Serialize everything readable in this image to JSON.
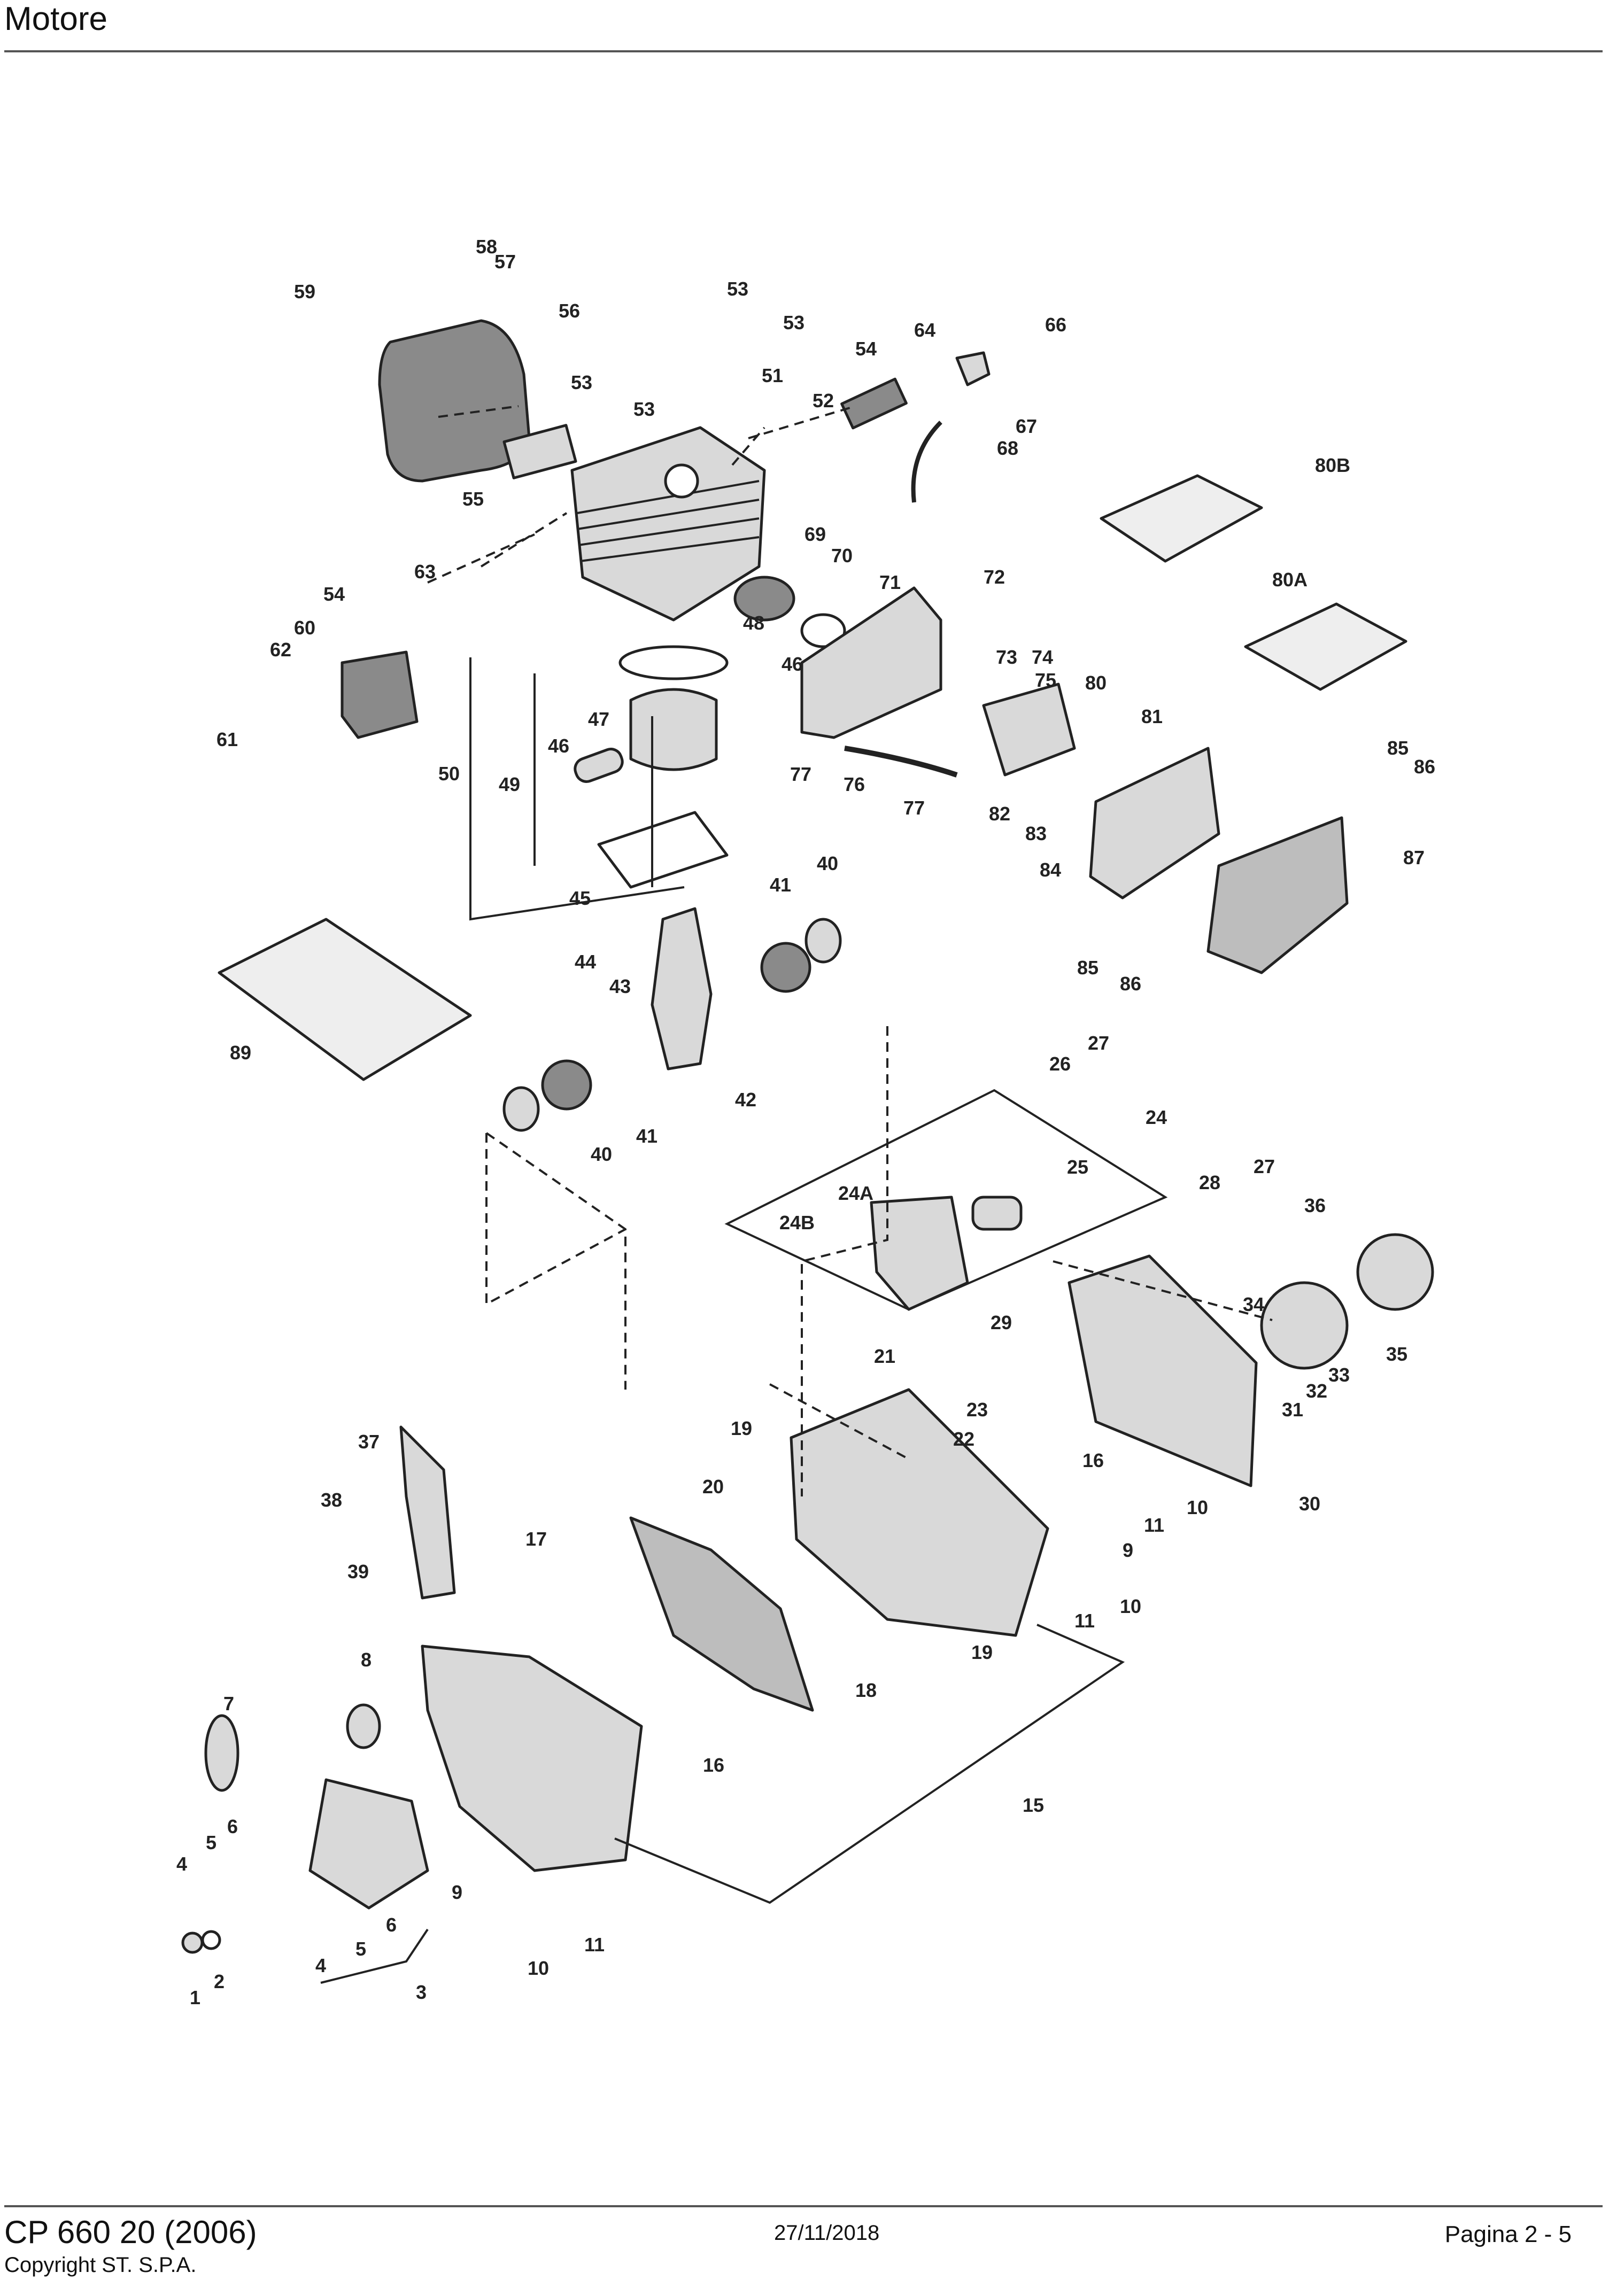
{
  "header": {
    "title": "Motore"
  },
  "footer": {
    "model": "CP 660 20 (2006)",
    "copyright": "Copyright ST. S.P.A.",
    "date": "27/11/2018",
    "page": "Pagina 2 - 5"
  },
  "colors": {
    "line": "#222222",
    "part_fill": "#d9d9d9",
    "dark_fill": "#8a8a8a"
  },
  "callouts": [
    {
      "id": "c58",
      "label": "58"
    },
    {
      "id": "c57",
      "label": "57"
    },
    {
      "id": "c59",
      "label": "59"
    },
    {
      "id": "c56",
      "label": "56"
    },
    {
      "id": "c53a",
      "label": "53"
    },
    {
      "id": "c53b",
      "label": "53"
    },
    {
      "id": "c53c",
      "label": "53"
    },
    {
      "id": "c53d",
      "label": "53"
    },
    {
      "id": "c54a",
      "label": "54"
    },
    {
      "id": "c64",
      "label": "64"
    },
    {
      "id": "c66",
      "label": "66"
    },
    {
      "id": "c51",
      "label": "51"
    },
    {
      "id": "c52",
      "label": "52"
    },
    {
      "id": "c67",
      "label": "67"
    },
    {
      "id": "c68",
      "label": "68"
    },
    {
      "id": "c55",
      "label": "55"
    },
    {
      "id": "c80B",
      "label": "80B"
    },
    {
      "id": "c69",
      "label": "69"
    },
    {
      "id": "c70",
      "label": "70"
    },
    {
      "id": "c63",
      "label": "63"
    },
    {
      "id": "c54b",
      "label": "54"
    },
    {
      "id": "c71",
      "label": "71"
    },
    {
      "id": "c72",
      "label": "72"
    },
    {
      "id": "c80A",
      "label": "80A"
    },
    {
      "id": "c60",
      "label": "60"
    },
    {
      "id": "c62",
      "label": "62"
    },
    {
      "id": "c48",
      "label": "48"
    },
    {
      "id": "c46a",
      "label": "46"
    },
    {
      "id": "c73",
      "label": "73"
    },
    {
      "id": "c74",
      "label": "74"
    },
    {
      "id": "c75",
      "label": "75"
    },
    {
      "id": "c80",
      "label": "80"
    },
    {
      "id": "c47",
      "label": "47"
    },
    {
      "id": "c61",
      "label": "61"
    },
    {
      "id": "c81",
      "label": "81"
    },
    {
      "id": "c46b",
      "label": "46"
    },
    {
      "id": "c50",
      "label": "50"
    },
    {
      "id": "c49",
      "label": "49"
    },
    {
      "id": "c77a",
      "label": "77"
    },
    {
      "id": "c76",
      "label": "76"
    },
    {
      "id": "c77b",
      "label": "77"
    },
    {
      "id": "c82",
      "label": "82"
    },
    {
      "id": "c83",
      "label": "83"
    },
    {
      "id": "c85a",
      "label": "85"
    },
    {
      "id": "c86a",
      "label": "86"
    },
    {
      "id": "c87",
      "label": "87"
    },
    {
      "id": "c84",
      "label": "84"
    },
    {
      "id": "c40a",
      "label": "40"
    },
    {
      "id": "c41a",
      "label": "41"
    },
    {
      "id": "c45",
      "label": "45"
    },
    {
      "id": "c44",
      "label": "44"
    },
    {
      "id": "c85b",
      "label": "85"
    },
    {
      "id": "c86b",
      "label": "86"
    },
    {
      "id": "c43",
      "label": "43"
    },
    {
      "id": "c89",
      "label": "89"
    },
    {
      "id": "c42",
      "label": "42"
    },
    {
      "id": "c41b",
      "label": "41"
    },
    {
      "id": "c40b",
      "label": "40"
    },
    {
      "id": "c27a",
      "label": "27"
    },
    {
      "id": "c26",
      "label": "26"
    },
    {
      "id": "c24",
      "label": "24"
    },
    {
      "id": "c27b",
      "label": "27"
    },
    {
      "id": "c28",
      "label": "28"
    },
    {
      "id": "c25",
      "label": "25"
    },
    {
      "id": "c24A",
      "label": "24A"
    },
    {
      "id": "c24B",
      "label": "24B"
    },
    {
      "id": "c36",
      "label": "36"
    },
    {
      "id": "c34",
      "label": "34"
    },
    {
      "id": "c29",
      "label": "29"
    },
    {
      "id": "c35",
      "label": "35"
    },
    {
      "id": "c33",
      "label": "33"
    },
    {
      "id": "c32",
      "label": "32"
    },
    {
      "id": "c31",
      "label": "31"
    },
    {
      "id": "c21",
      "label": "21"
    },
    {
      "id": "c23",
      "label": "23"
    },
    {
      "id": "c19a",
      "label": "19"
    },
    {
      "id": "c22",
      "label": "22"
    },
    {
      "id": "c16a",
      "label": "16"
    },
    {
      "id": "c37",
      "label": "37"
    },
    {
      "id": "c20",
      "label": "20"
    },
    {
      "id": "c11a",
      "label": "11"
    },
    {
      "id": "c10a",
      "label": "10"
    },
    {
      "id": "c30",
      "label": "30"
    },
    {
      "id": "c38",
      "label": "38"
    },
    {
      "id": "c9a",
      "label": "9"
    },
    {
      "id": "c17",
      "label": "17"
    },
    {
      "id": "c39",
      "label": "39"
    },
    {
      "id": "c10b",
      "label": "10"
    },
    {
      "id": "c11b",
      "label": "11"
    },
    {
      "id": "c19b",
      "label": "19"
    },
    {
      "id": "c8",
      "label": "8"
    },
    {
      "id": "c18",
      "label": "18"
    },
    {
      "id": "c7",
      "label": "7"
    },
    {
      "id": "c16b",
      "label": "16"
    },
    {
      "id": "c15",
      "label": "15"
    },
    {
      "id": "c6a",
      "label": "6"
    },
    {
      "id": "c5a",
      "label": "5"
    },
    {
      "id": "c4a",
      "label": "4"
    },
    {
      "id": "c9b",
      "label": "9"
    },
    {
      "id": "c6b",
      "label": "6"
    },
    {
      "id": "c5b",
      "label": "5"
    },
    {
      "id": "c11c",
      "label": "11"
    },
    {
      "id": "c4b",
      "label": "4"
    },
    {
      "id": "c2",
      "label": "2"
    },
    {
      "id": "c10c",
      "label": "10"
    },
    {
      "id": "c3",
      "label": "3"
    },
    {
      "id": "c1",
      "label": "1"
    }
  ]
}
